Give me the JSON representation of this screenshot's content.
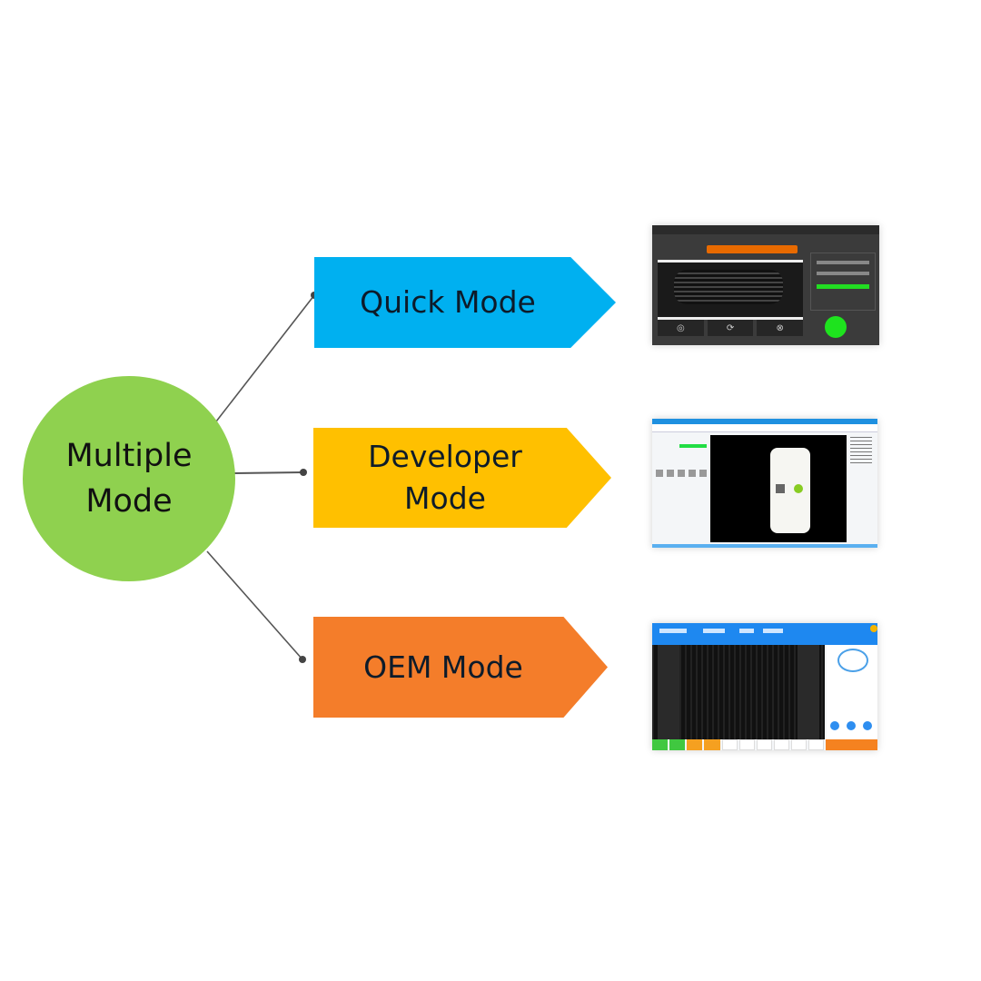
{
  "hub": {
    "line1": "Multiple",
    "line2": "Mode",
    "color": "#8fd14f"
  },
  "modes": [
    {
      "id": "quick",
      "label": "Quick Mode",
      "color": "#00b0f0",
      "thumbnail": {
        "description": "dark operator panel with camera view of a tire, three control buttons, counters panel and green start button",
        "accent": "#e86a00",
        "status_color": "#22dd22"
      }
    },
    {
      "id": "developer",
      "label_line1": "Developer",
      "label_line2": "Mode",
      "color": "#ffc000",
      "thumbnail": {
        "description": "desktop developer tool with toolbar, left tool panel, black image view showing a label card, and right result list",
        "accent": "#1e90e0"
      }
    },
    {
      "id": "oem",
      "label": "OEM Mode",
      "color": "#f47d2a",
      "thumbnail": {
        "description": "blue-header OEM inspection UI with statistics, dark camera image, right stats panel and bottom button bar",
        "accent": "#1e88f0",
        "action_color": "#f58220"
      }
    }
  ],
  "connector_color": "#555555"
}
